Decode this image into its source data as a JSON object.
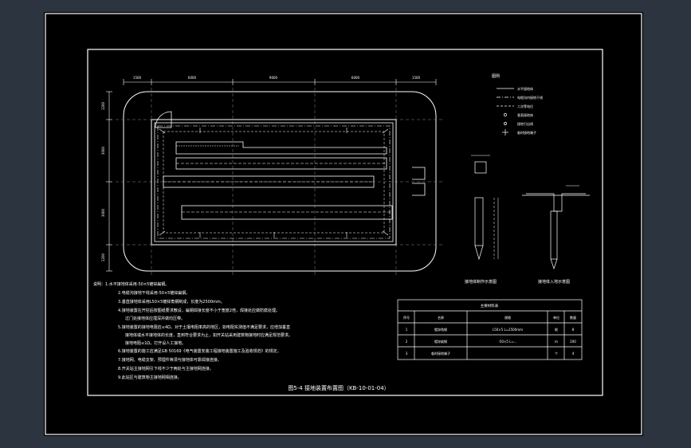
{
  "drawing": {
    "caption": "图5-4   接地装置布置图（KB-10-01-04）",
    "dimensions": {
      "top": [
        "1500",
        "6000",
        "9000",
        "6000",
        "1500"
      ],
      "left": [
        "1200",
        "3000",
        "3000",
        "1200"
      ]
    },
    "legend": {
      "title": "图例",
      "items": [
        "水平接地体",
        "电缆沟内接地干线",
        "二次等电位",
        "垂直接地体",
        "接地引出线",
        "临时接地端子"
      ]
    },
    "details": {
      "left_title": "接地体制作示意图",
      "right_title": "接地体入地示意图"
    },
    "notes": [
      "说明：1.水平接地体采用-50×5镀锌扁钢。",
      "2.电缆沟接地干线采用-50×5镀锌扁钢。",
      "3.垂直接地体采用L50×5镀锌角钢制成，长度为2500mm。",
      "4.接地装置在开挖后按图纸要求敷设，扁钢焊接长度不小于宽度2倍，焊接处应做防腐处理。",
      "过门处接地体应埋深并做均压带。",
      "5.接地装置的接地电阻应≤4Ω，对于土壤电阻率高的地区，如电阻实测值不满足要求，应增加垂直",
      "接地体或水平接地体的长度，直到符合要求为止，如开关站采用建筑物接地时应满足规范要求。",
      "接地电阻≤1Ω，打开设人工接地。",
      "6.接地装置的施工应满足GB 50169《电气装置安装工程接地装置施工及验收规范》的规定。",
      "7.接地网、电缆支架、预埋件等须与接地体可靠焊接连接。",
      "8.开关站主接地网引下线不少于两处与主接地网连接。",
      "9.此站区与建筑物主接地网相连接。"
    ],
    "table": {
      "title": "主要材料表",
      "headers": [
        "序号",
        "名称",
        "规格",
        "单位",
        "数量"
      ],
      "rows": [
        [
          "1",
          "镀锌角钢",
          "L50×5 L=2500mm",
          "根",
          "8"
        ],
        [
          "2",
          "镀锌扁钢",
          "-50×5 L=...",
          "m",
          "200"
        ],
        [
          "3",
          "临时接地端子",
          "",
          "个",
          "4"
        ]
      ]
    }
  }
}
